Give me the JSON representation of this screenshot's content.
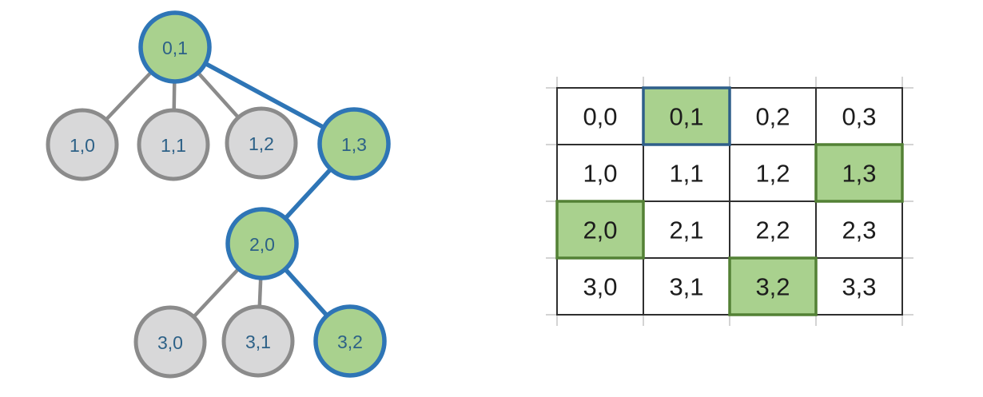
{
  "colors": {
    "node-green-fill": "#a9d18e",
    "path-blue": "#2e75b6",
    "node-gray-fill": "#d8d8d9",
    "node-gray-stroke": "#8b8b8b",
    "edge-gray": "#8b8b8b",
    "tree-text": "#2d6187",
    "grid-border": "#2f2f2f",
    "grid-text": "#1c1c1c",
    "cell-blue-border": "#2e5f8a",
    "cell-green-border": "#538135",
    "tick-gray": "#c9c9c9"
  },
  "tree": {
    "nodes": [
      {
        "label": "0,1",
        "state": "highlighted"
      },
      {
        "label": "1,0",
        "state": "normal"
      },
      {
        "label": "1,1",
        "state": "normal"
      },
      {
        "label": "1,2",
        "state": "normal"
      },
      {
        "label": "1,3",
        "state": "highlighted"
      },
      {
        "label": "2,0",
        "state": "highlighted"
      },
      {
        "label": "3,0",
        "state": "normal"
      },
      {
        "label": "3,1",
        "state": "normal"
      },
      {
        "label": "3,2",
        "state": "highlighted"
      }
    ],
    "edges": [
      {
        "from": "0,1",
        "to": "1,0",
        "state": "normal"
      },
      {
        "from": "0,1",
        "to": "1,1",
        "state": "normal"
      },
      {
        "from": "0,1",
        "to": "1,2",
        "state": "normal"
      },
      {
        "from": "0,1",
        "to": "1,3",
        "state": "highlighted"
      },
      {
        "from": "1,3",
        "to": "2,0",
        "state": "highlighted"
      },
      {
        "from": "2,0",
        "to": "3,0",
        "state": "normal"
      },
      {
        "from": "2,0",
        "to": "3,1",
        "state": "normal"
      },
      {
        "from": "2,0",
        "to": "3,2",
        "state": "highlighted"
      }
    ],
    "highlighted_path": [
      "0,1",
      "1,3",
      "2,0",
      "3,2"
    ]
  },
  "grid": {
    "rows": [
      [
        "0,0",
        "0,1",
        "0,2",
        "0,3"
      ],
      [
        "1,0",
        "1,1",
        "1,2",
        "1,3"
      ],
      [
        "2,0",
        "2,1",
        "2,2",
        "2,3"
      ],
      [
        "3,0",
        "3,1",
        "3,2",
        "3,3"
      ]
    ],
    "highlighted_cells": [
      {
        "cell": "0,1",
        "style": "green-fill-blue-border"
      },
      {
        "cell": "1,3",
        "style": "green-fill-green-border"
      },
      {
        "cell": "2,0",
        "style": "green-fill-green-border"
      },
      {
        "cell": "3,2",
        "style": "green-fill-green-border"
      }
    ]
  }
}
